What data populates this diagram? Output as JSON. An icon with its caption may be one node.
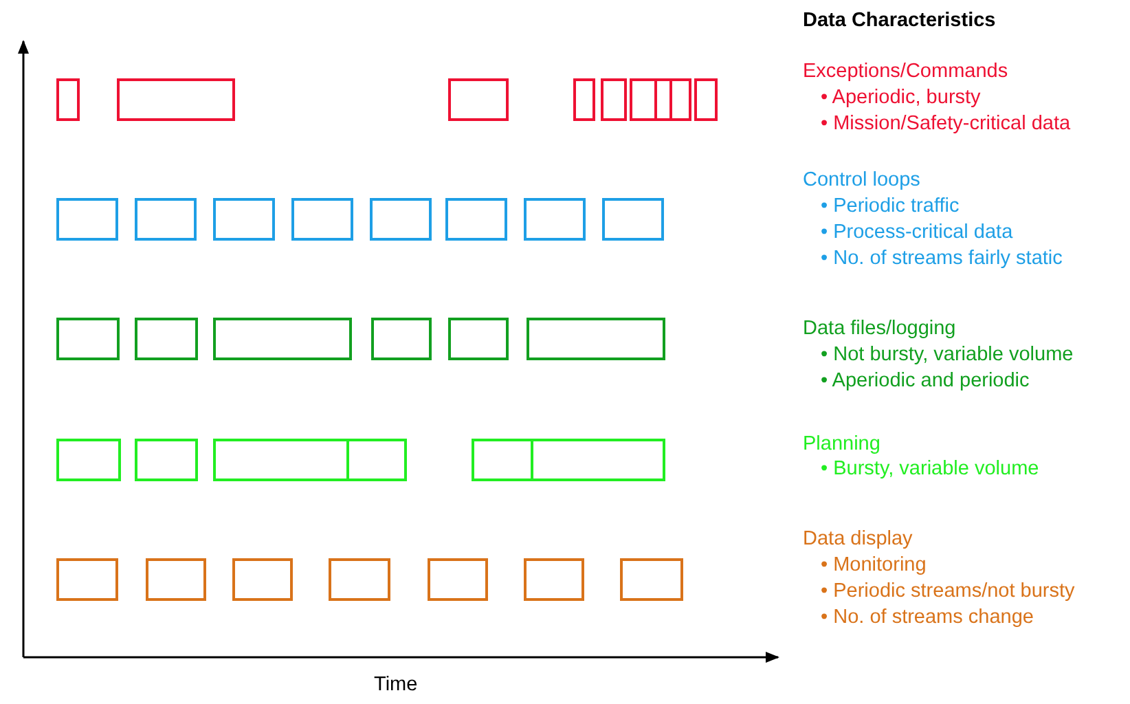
{
  "diagram": {
    "labels": [
      "Data Characteristics",
      "Exceptions/Commands",
      "• Aperiodic, bursty",
      "• Mission/Safety-critical data",
      "Control loops",
      "• Periodic traffic",
      "• Process-critical data",
      "• No. of streams fairly static",
      "Data files/logging",
      "• Not bursty, variable volume",
      "• Aperiodic and periodic",
      "Planning",
      "• Bursty, variable volume",
      "Data display",
      "• Monitoring",
      "• Periodic streams/not bursty",
      "• No. of streams change",
      "Time"
    ]
  }
}
